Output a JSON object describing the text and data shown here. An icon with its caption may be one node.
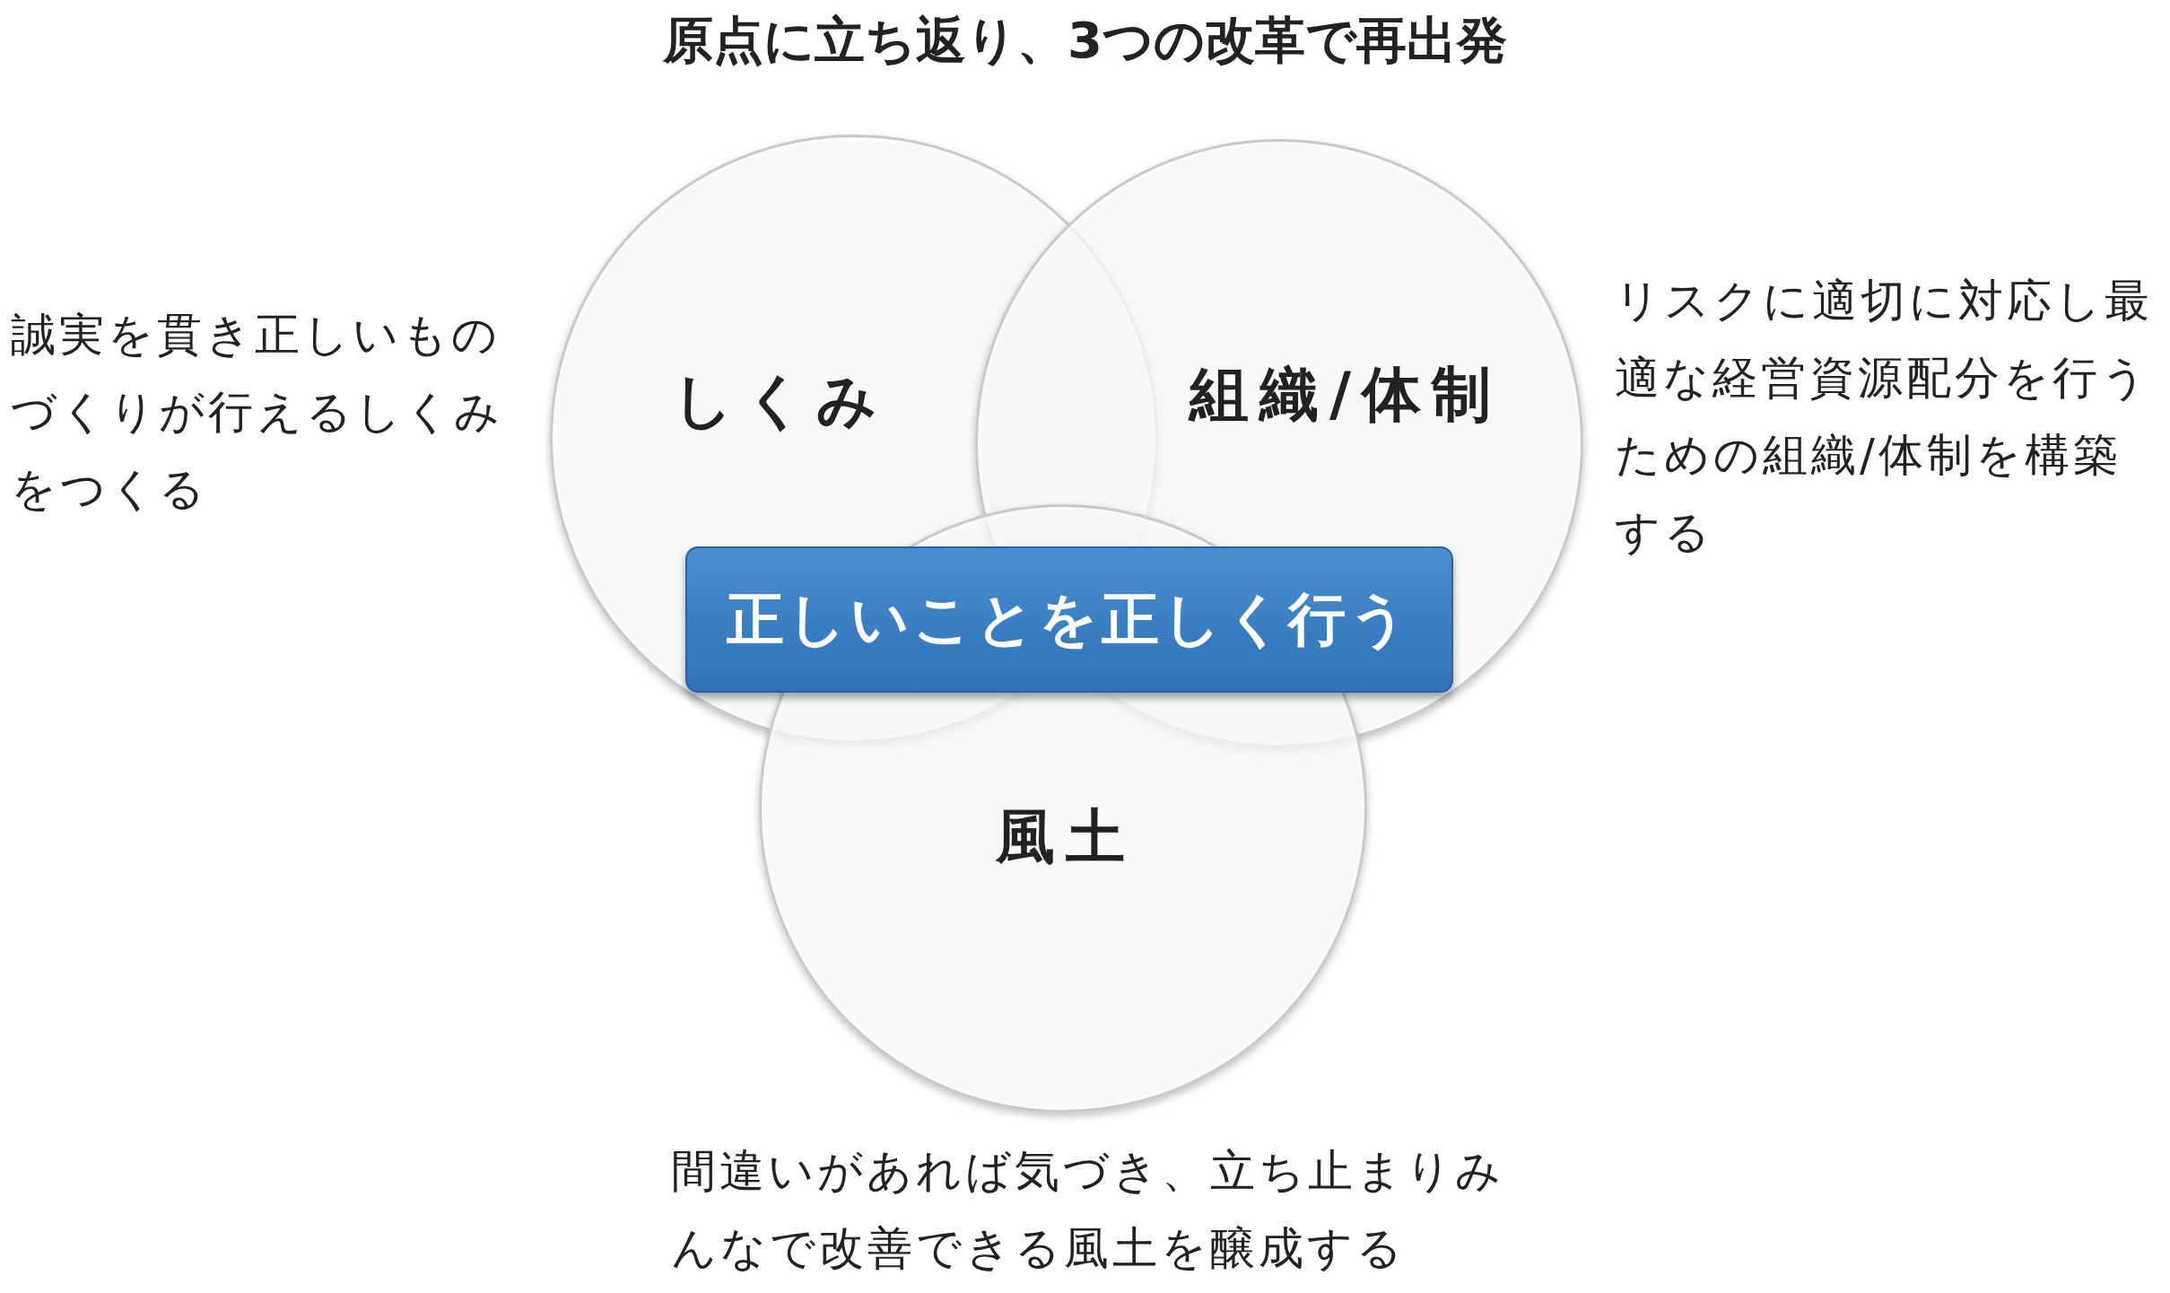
{
  "diagram": {
    "title": "原点に立ち返り、3つの改革で再出発",
    "nodes": [
      {
        "text": [
          "しくみ"
        ],
        "beside": [
          "誠実を貫き正しいものづくりが行えるしくみをつくる"
        ]
      },
      {
        "text": [
          "組織/体制"
        ],
        "beside": [
          "リスクに適切に対応し最適な経営資源配分を行うための組織/体制を構築する"
        ]
      },
      {
        "text": [
          "風土"
        ],
        "beside": [
          "間違いがあれば気づき、立ち止まりみんなで改善できる風土を醸成する"
        ]
      },
      {
        "text": [
          "正しいことを正しく行う"
        ]
      }
    ]
  }
}
